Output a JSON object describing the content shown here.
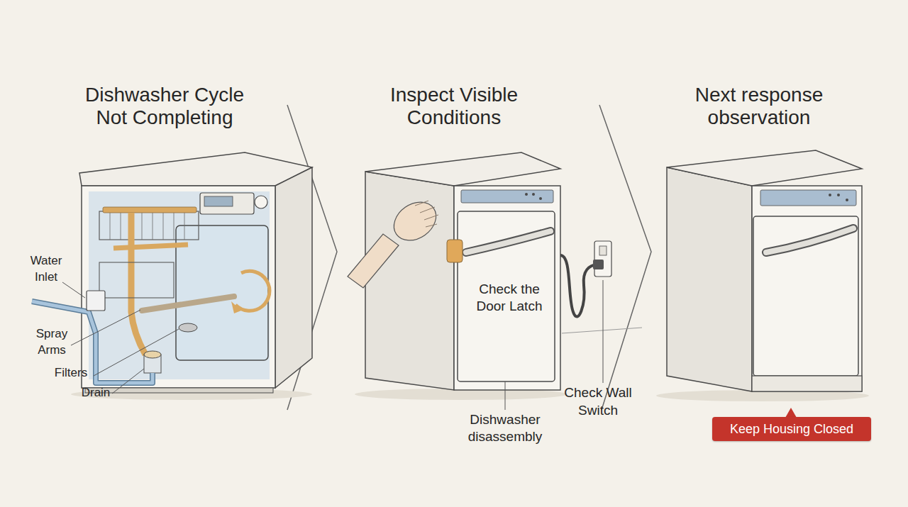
{
  "diagram": {
    "nodes": [
      {
        "text": [
          "Keep Housing Closed"
        ]
      }
    ],
    "labels": [
      "Dishwasher Cycle Not Completing",
      "Inspect Visible Conditions",
      "Next response observation",
      "Water Inlet",
      "Spray Arms",
      "Filters",
      "Drain",
      "Check the Door Latch",
      "Dishwasher disassembly",
      "Check Wall Switch"
    ]
  }
}
